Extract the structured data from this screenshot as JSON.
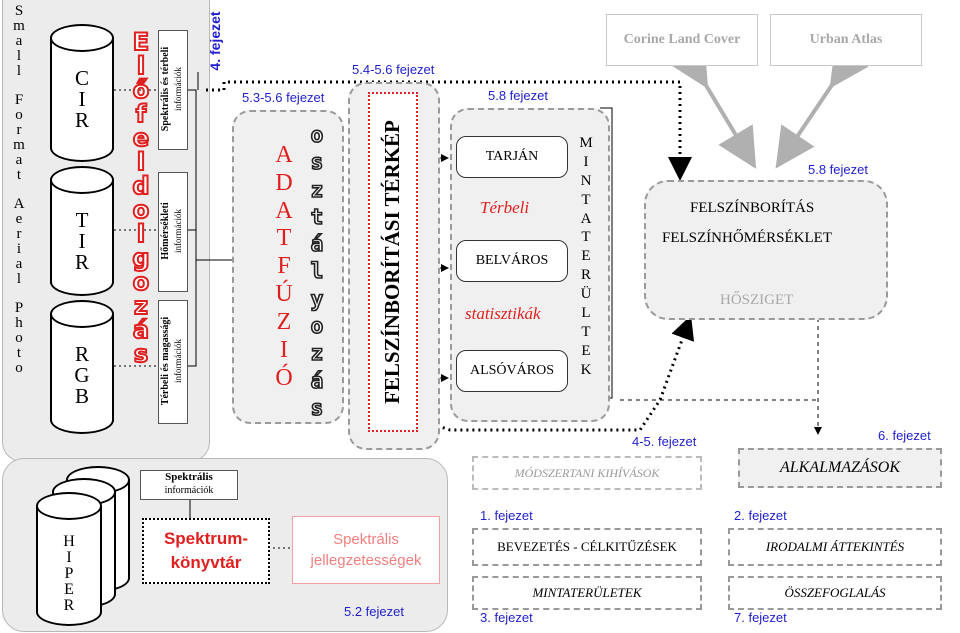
{
  "small_format_aerial": {
    "letters": [
      "S",
      "m",
      "a",
      "l",
      "l",
      "",
      "F",
      "o",
      "r",
      "m",
      "a",
      "t",
      "",
      "A",
      "e",
      "r",
      "i",
      "a",
      "l",
      "",
      "P",
      "h",
      "o",
      "t",
      "o"
    ]
  },
  "sensors": {
    "cir": [
      "C",
      "I",
      "R"
    ],
    "tir": [
      "T",
      "I",
      "R"
    ],
    "rgb": [
      "R",
      "G",
      "B"
    ],
    "hiper": [
      "H",
      "I",
      "P",
      "E",
      "R"
    ]
  },
  "info_labels": {
    "spektralis_terbeli": "Spektrális és térbeli",
    "homersekleti": "Hőmérsékleti",
    "terbeli_magassagi": "Térbeli és magassági",
    "informaciok": "információk"
  },
  "elofeldolgozas": [
    "E",
    "l",
    "ő",
    "f",
    "e",
    "l",
    "d",
    "o",
    "l",
    "g",
    "o",
    "z",
    "á",
    "s"
  ],
  "chapters": {
    "ch4": "4. fejezet",
    "ch53_56": "5.3-5.6 fejezet",
    "ch54_56": "5.4-5.6 fejezet",
    "ch58a": "5.8 fejezet",
    "ch58b": "5.8 fejezet",
    "ch45": "4-5. fejezet",
    "ch6": "6. fejezet",
    "ch1": "1. fejezet",
    "ch2": "2. fejezet",
    "ch3": "3. fejezet",
    "ch7": "7. fejezet",
    "ch52": "5.2 fejezet"
  },
  "adatfuzio": [
    "A",
    "D",
    "A",
    "T",
    "F",
    "Ú",
    "Z",
    "I",
    "Ó"
  ],
  "osztalyozas": [
    "o",
    "s",
    "z",
    "t",
    "á",
    "l",
    "y",
    "o",
    "z",
    "á",
    "s"
  ],
  "felszinboritasi_terkep": "FELSZÍNBORÍTÁSI TÉRKÉP",
  "districts": {
    "tarjan": "TARJÁN",
    "belvaros": "BELVÁROS",
    "alsovaros": "ALSÓVÁROS"
  },
  "terbeli_statisztikak": {
    "line1": "Térbeli",
    "line2": "statisztikák"
  },
  "mintateruletek_vertical": [
    "M",
    "I",
    "N",
    "T",
    "A",
    "T",
    "E",
    "R",
    "Ü",
    "L",
    "T",
    "E",
    "K"
  ],
  "references": {
    "corine": "Corine Land Cover",
    "urban": "Urban Atlas"
  },
  "surface": {
    "line1": "FELSZÍNBORÍTÁS",
    "line2": "FELSZÍNHŐMÉRSÉKLET",
    "line3": "HŐSZIGET"
  },
  "spektralis_info": {
    "line1": "Spektrális",
    "line2": "információk"
  },
  "spektrumkonyvtar": {
    "line1": "Spektrum-",
    "line2": "könyvtár"
  },
  "spektralis_jellegzetessegek": {
    "line1": "Spektrális",
    "line2": "jellegzetességek"
  },
  "bottom_boxes": {
    "modszertani": "MÓDSZERTANI KIHÍVÁSOK",
    "alkalmazasok": "ALKALMAZÁSOK",
    "bevezetes": "BEVEZETÉS - CÉLKITŰZÉSEK",
    "irodalmi": "IRODALMI ÁTTEKINTÉS",
    "mintateruletek": "MINTATERÜLETEK",
    "osszefoglalas": "ÖSSZEFOGLALÁS"
  },
  "colors": {
    "red": "#e02020",
    "blue": "#1f1fd0",
    "panel": "#ececec",
    "arrow_gray": "#b0b0b0"
  }
}
